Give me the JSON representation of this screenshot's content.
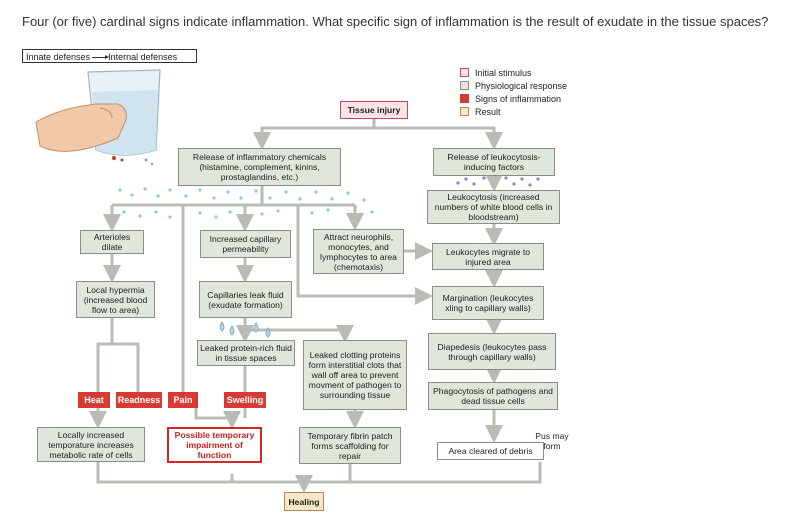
{
  "question": "Four (or five) cardinal signs indicate inflammation.  What specific sign of inflammation is the result of exudate in the tissue spaces?",
  "tab": {
    "left": "Innate defenses",
    "right": "Internal defenses"
  },
  "legend": [
    {
      "label": "Initial stimulus",
      "color": "#fbe3e6",
      "border": "#b05060"
    },
    {
      "label": "Physiological response",
      "color": "#dfe6db",
      "border": "#8a8f86"
    },
    {
      "label": "Signs of inflammation",
      "color": "#d63a33",
      "border": "#d63a33"
    },
    {
      "label": "Result",
      "color": "#f7e6c8",
      "border": "#b08a50"
    }
  ],
  "nodes": {
    "tissue_injury": "Tissue injury",
    "release_chemicals": "Release of inflammatory chemicals (histamine, complement, kinins, prostaglandins, etc.)",
    "release_leukocytosis": "Release of leukocytosis-inducing factors",
    "leukocytosis": "Leukocytosis (increased numbers of white blood cells in bloodstream)",
    "arterioles": "Arterioles dilate",
    "capillary_perm": "Increased capillary permeability",
    "chemotaxis": "Attract neurophils, monocytes, and lymphocytes to area (chemotaxis)",
    "leuko_migrate": "Leukocytes migrate to injured area",
    "hyperemia": "Local hypermia (increased blood flow to area)",
    "capillaries_leak": "Capillaries leak fluid (exudate formation)",
    "margination": "Margination (leukocytes xling to capillary walls)",
    "diapedesis": "Diapedesis (leukocytes pass through capillary walls)",
    "leaked_protein": "Leaked protein-rich fluid in tissue spaces",
    "clotting": "Leaked clotting proteins form interstitial clots that wall off area to prevent movment of pathogen to surrounding tissue",
    "phagocytosis": "Phagocytosis of pathogens and dead tissue cells",
    "locally_increased": "Locally increased temporature increases metabolic rate of cells",
    "impairment": "Possible temporary impairment of function",
    "fibrin": "Temporary fibrin patch forms scaffolding for repair",
    "pus": "Pus may form",
    "area_cleared": "Area cleared of debris",
    "healing": "Healing"
  },
  "signs": [
    "Heat",
    "Readness",
    "Pain",
    "Swelling"
  ]
}
